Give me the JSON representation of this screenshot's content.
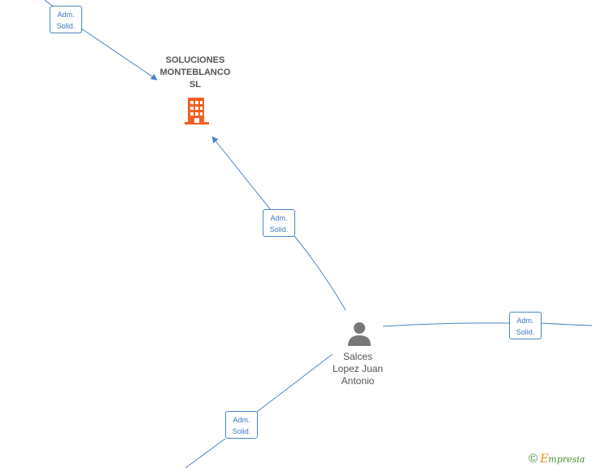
{
  "company": {
    "name_line1": "SOLUCIONES",
    "name_line2": "MONTEBLANCO",
    "name_line3": "SL",
    "icon": "building-icon",
    "color": "#f26122"
  },
  "person": {
    "name_line1": "Salces",
    "name_line2": "Lopez Juan",
    "name_line3": "Antonio",
    "icon": "person-icon",
    "color": "#777777"
  },
  "edges": [
    {
      "label_line1": "Adm.",
      "label_line2": "Solid."
    },
    {
      "label_line1": "Adm.",
      "label_line2": "Solid."
    },
    {
      "label_line1": "Adm.",
      "label_line2": "Solid."
    },
    {
      "label_line1": "Adm.",
      "label_line2": "Solid."
    }
  ],
  "colors": {
    "edge": "#4a86c8"
  },
  "watermark": {
    "copyright": "©",
    "brand_first": "E",
    "brand_rest": "mpresia"
  }
}
